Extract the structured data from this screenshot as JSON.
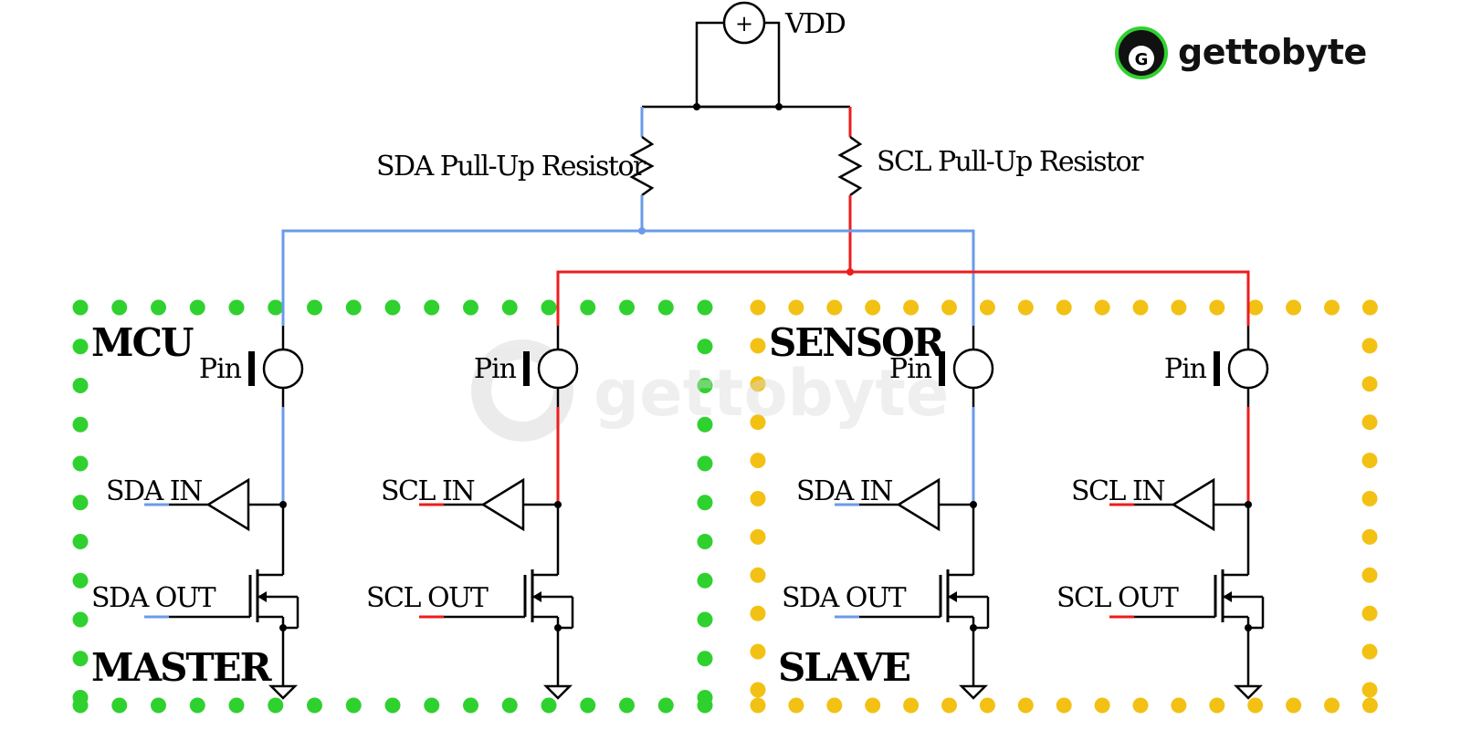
{
  "supply": {
    "label": "VDD",
    "symbol": "+"
  },
  "resistors": {
    "sda_label": "SDA Pull-Up Resistor",
    "scl_label": "SCL Pull-Up Resistor"
  },
  "master": {
    "top_label": "MCU",
    "bottom_label": "MASTER"
  },
  "slave": {
    "top_label": "SENSOR",
    "bottom_label": "SLAVE"
  },
  "pin_label": "Pin",
  "signals": {
    "sda_in": "SDA IN",
    "sda_out": "SDA OUT",
    "scl_in": "SCL IN",
    "scl_out": "SCL OUT"
  },
  "watermark": "gettobyte",
  "logo": {
    "text": "gettobyte",
    "mark": "G"
  },
  "colors": {
    "sda_line": "#6a9be8",
    "scl_line": "#ee1c1c",
    "master_border": "#2fd12f",
    "slave_border": "#f2c114",
    "wire": "#000000"
  }
}
